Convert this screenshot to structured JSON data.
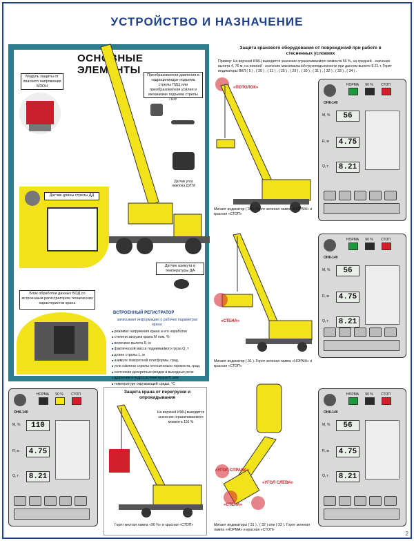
{
  "page": {
    "title": "УСТРОЙСТВО И НАЗНАЧЕНИЕ",
    "page_number": "2"
  },
  "main_elements": {
    "heading": "ОСНОВНЫЕ ЭЛЕМЕНТЫ",
    "mzon": "Модуль защиты от опасного напряжения МЗОН",
    "pressure": "Преобразователи давления в гидроцилиндре подъема стрелы ПДЦ или преобразователи усилия в механизме подъема стрелы ПОУ",
    "angle": "Датчик угла наклона ДУГМ",
    "length": "Датчик длины стрелы ДД",
    "azimuth": "Датчик азимута и температуры ДА",
    "bod": "Блок обработки данных БОД со встроенным регистратором технических характеристик крана",
    "registrar_title": "ВСТРОЕННЫЙ РЕГИСТРАТОР",
    "registrar_sub": "записывает информацию о рабочих параметрах крана:",
    "registrar_items": [
      "режимах нагружения крана и его наработке",
      "степени загрузки крана М ном, %",
      "величине вылета R, м",
      "фактической массе поднимаемого груза Q, т",
      "длине стрелы L, м",
      "азимуте поворотной платформы, град.",
      "угле наклона стрелы относительно горизонта, град.",
      "состоянии дискретных входов и выходных реле",
      "давлении в гидросистеме крана P, атм",
      "температуре окружающей среды, °С"
    ]
  },
  "top_section": {
    "heading": "Защита кранового оборудования от повреждений при работе в стесненных условиях",
    "text": "Пример: На верхней ИЖЦ выводится значение ограничиваемого момента 56 %, на средней - значение вылета 4, 75 м, на нижней - значение максимальной грузоподъемности при данном вылете 8.21 т. Горят индикаторы ВКЛ ( 5 ) , ( 20 ) , ( 21 ) , ( 25 ) , ( 29 ) , ( 30 ) , ( 31 ) , ( 32 ) , ( 33 ) , ( 34 ) .",
    "tag": "«ПОТОЛОК»",
    "caption": "Мигают индикатор ( 30 ). Горят зеленая лампа «НОРМА» и красная «СТОП»"
  },
  "mid_section": {
    "tag": "«СТЕНА»",
    "caption": "Мигают индикатор ( 31 ). Горят зеленая лампа «НОРМА» и красная «СТОП»"
  },
  "overload_section": {
    "heading": "Защита крана от перегрузки и опрокидывания",
    "text": "На верхней ИЖЦ выводится значение ограничиваемого момента 110 %",
    "caption": "Горят желтая лампа «90 %» и красная «СТОП»"
  },
  "bottom_right_section": {
    "tag_right": "«УГОЛ СПРАВА»",
    "tag_left": "«УГОЛ СЛЕВА»",
    "tag_wall": "«СТЕНА»",
    "caption": "Мигают индикаторы ( 31 ) , ( 32 ) или ( 33 ). Горят зеленая лампа «НОРМА» и красная «СТОП»"
  },
  "devices": [
    {
      "model": "ОНК-140",
      "m": "56",
      "r": "4.75",
      "q": "8.21",
      "lamp": "green",
      "labels": {
        "norma": "НОРМА",
        "p90": "90 %",
        "stop": "СТОП",
        "m_unit": "М, %",
        "r_unit": "R, м",
        "q_unit": "Q, т"
      }
    },
    {
      "model": "ОНК-140",
      "m": "56",
      "r": "4.75",
      "q": "8.21",
      "lamp": "green",
      "labels": {
        "norma": "НОРМА",
        "p90": "90 %",
        "stop": "СТОП",
        "m_unit": "М, %",
        "r_unit": "R, м",
        "q_unit": "Q, т"
      }
    },
    {
      "model": "ОНК-140",
      "m": "110",
      "r": "4.75",
      "q": "8.21",
      "lamp": "yellow",
      "labels": {
        "norma": "НОРМА",
        "p90": "90 %",
        "stop": "СТОП",
        "m_unit": "М, %",
        "r_unit": "R, м",
        "q_unit": "Q, т"
      }
    },
    {
      "model": "ОНК-140",
      "m": "56",
      "r": "4.75",
      "q": "8.21",
      "lamp": "green",
      "labels": {
        "norma": "НОРМА",
        "p90": "90 %",
        "stop": "СТОП",
        "m_unit": "М, %",
        "r_unit": "R, м",
        "q_unit": "Q, т"
      }
    }
  ],
  "colors": {
    "accent": "#1d3f8f",
    "crane": "#f2e21a",
    "teal": "#2e7d8c",
    "red": "#d21f2a",
    "green": "#1a9a3c",
    "yellow": "#f6e51c"
  }
}
